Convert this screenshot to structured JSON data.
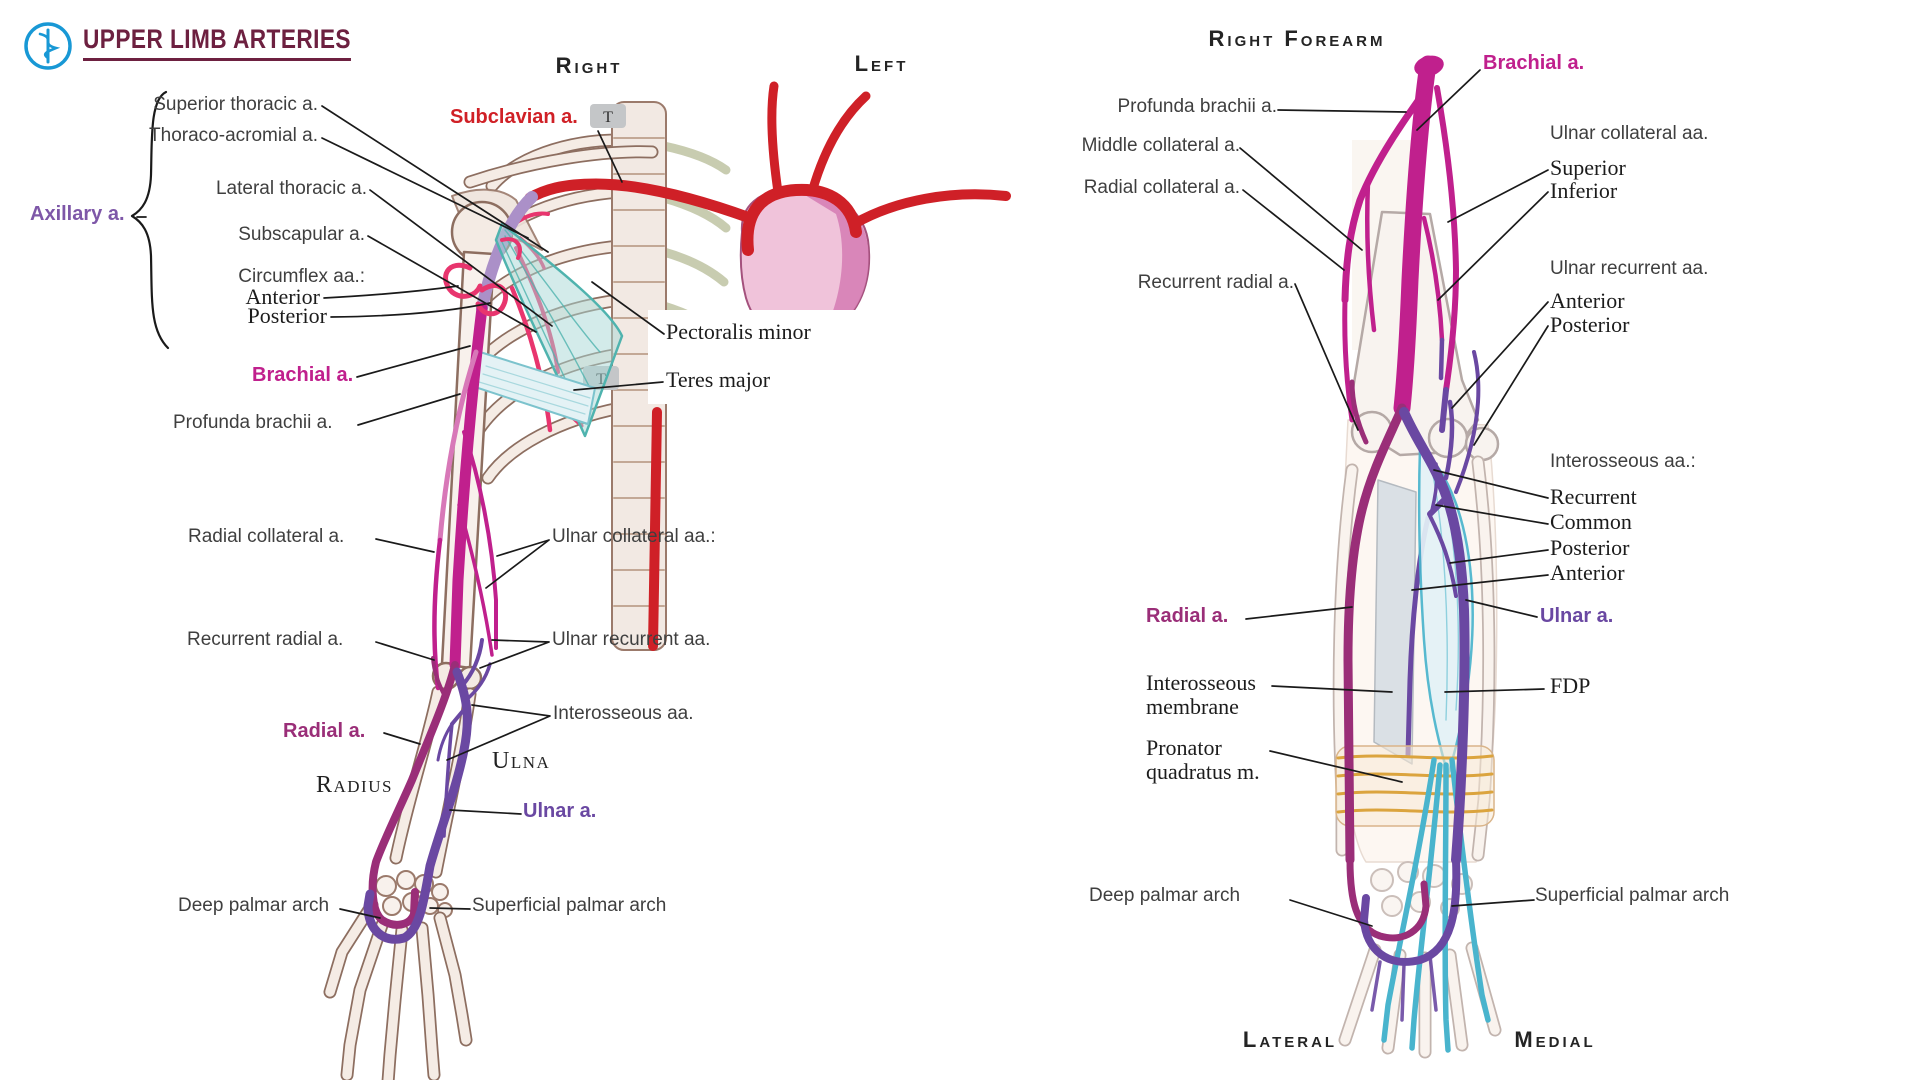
{
  "header": {
    "title": "UPPER LIMB ARTERIES",
    "logo_icon": "rod-of-asclepius-icon"
  },
  "left_panel": {
    "side_headers": {
      "right": "Right",
      "left": "Left"
    },
    "vertebra_tags": {
      "upper": "T",
      "lower": "T"
    },
    "labels": {
      "superior_thoracic": "Superior thoracic a.",
      "thoraco_acromial": "Thoraco-acromial a.",
      "lateral_thoracic": "Lateral thoracic a.",
      "subscapular": "Subscapular a.",
      "circumflex": "Circumflex aa.:",
      "circumflex_anterior": "Anterior",
      "circumflex_posterior": "Posterior",
      "axillary": "Axillary a.",
      "subclavian": "Subclavian a.",
      "pectoralis_minor": "Pectoralis minor",
      "teres_major": "Teres major",
      "brachial": "Brachial a.",
      "profunda_brachii": "Profunda brachii a.",
      "radial_collateral": "Radial collateral a.",
      "ulnar_collateral": "Ulnar collateral aa.:",
      "recurrent_radial": "Recurrent radial a.",
      "ulnar_recurrent": "Ulnar recurrent  aa.",
      "interosseous": "Interosseous aa.",
      "radius_bone": "Radius",
      "ulna_bone": "Ulna",
      "radial": "Radial a.",
      "ulnar": "Ulnar a.",
      "deep_palmar_arch": "Deep palmar arch",
      "superficial_palmar_arch": "Superficial palmar arch"
    }
  },
  "right_panel": {
    "title": "Right Forearm",
    "orientation": {
      "lateral": "Lateral",
      "medial": "Medial"
    },
    "labels": {
      "brachial": "Brachial a.",
      "profunda_brachii": "Profunda brachii a.",
      "middle_collateral": "Middle collateral a.",
      "radial_collateral": "Radial collateral a.",
      "recurrent_radial": "Recurrent radial a.",
      "ulnar_collateral_heading": "Ulnar collateral aa.",
      "ulnar_collateral_superior": "Superior",
      "ulnar_collateral_inferior": "Inferior",
      "ulnar_recurrent_heading": "Ulnar recurrent  aa.",
      "ulnar_recurrent_anterior": "Anterior",
      "ulnar_recurrent_posterior": "Posterior",
      "interosseous_heading": "Interosseous aa.:",
      "interosseous_recurrent": "Recurrent",
      "interosseous_common": "Common",
      "interosseous_posterior": "Posterior",
      "interosseous_anterior": "Anterior",
      "radial": "Radial a.",
      "ulnar": "Ulnar a.",
      "interosseous_membrane": "Interosseous membrane",
      "fdp": "FDP",
      "pronator_quadratus": "Pronator quadratus m.",
      "deep_palmar_arch": "Deep palmar arch",
      "superficial_palmar_arch": "Superficial palmar arch"
    }
  },
  "colors": {
    "title_maroon": "#6d2040",
    "logo_blue": "#1898d5",
    "subclavian_red": "#cf2027",
    "brachial_magenta": "#c0208d",
    "radial_dark_magenta": "#9a2e78",
    "ulnar_purple": "#6a48a2",
    "axillary_purple": "#7e57a8",
    "branch_pink": "#e8356e",
    "muscle_teal": "#4fb3ae",
    "fdp_cyan": "#49b4cd",
    "pronator_orange": "#dba43e",
    "label_gray": "#3f3f3f"
  }
}
